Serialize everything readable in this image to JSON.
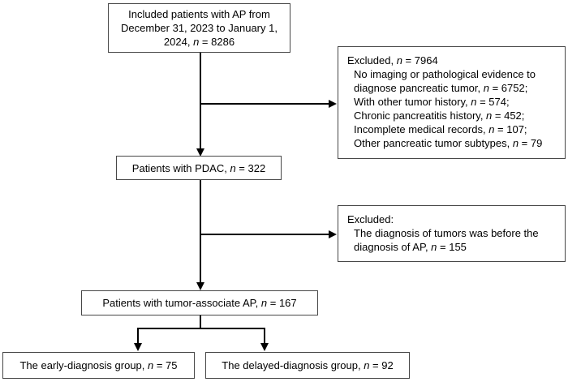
{
  "figure": {
    "type": "patient-flow-diagram",
    "background_color": "#ffffff",
    "box_border_color": "#474747",
    "connector_color": "#000000",
    "text_color": "#000000"
  },
  "boxes": {
    "included": {
      "lines": [
        {
          "pre": "Included patients with AP from"
        },
        {
          "pre": "December 31, 2023 to January 1,"
        },
        {
          "pre": "2024, ",
          "n": "n",
          "post": " = 8286"
        }
      ]
    },
    "excluded1": {
      "header": {
        "pre": "Excluded, ",
        "n": "n",
        "post": " = 7964"
      },
      "items": [
        {
          "pre": "No imaging or pathological evidence to"
        },
        {
          "pre": "diagnose pancreatic tumor, ",
          "n": "n",
          "post": " = 6752;"
        },
        {
          "pre": "With other tumor history, ",
          "n": "n",
          "post": " = 574;"
        },
        {
          "pre": "Chronic pancreatitis history, ",
          "n": "n",
          "post": " = 452;"
        },
        {
          "pre": "Incomplete medical records, ",
          "n": "n",
          "post": " = 107;"
        },
        {
          "pre": "Other pancreatic tumor subtypes, ",
          "n": "n",
          "post": " = 79"
        }
      ]
    },
    "pdac": {
      "pre": "Patients with PDAC, ",
      "n": "n",
      "post": " = 322"
    },
    "excluded2": {
      "header": {
        "pre": "Excluded:"
      },
      "items": [
        {
          "pre": "The diagnosis of tumors was before the"
        },
        {
          "pre": "diagnosis of AP, ",
          "n": "n",
          "post": " = 155"
        }
      ]
    },
    "tumor_ap": {
      "pre": "Patients with tumor-associate AP, ",
      "n": "n",
      "post": " = 167"
    },
    "early": {
      "pre": "The early-diagnosis group, ",
      "n": "n",
      "post": " = 75"
    },
    "delayed": {
      "pre": "The delayed-diagnosis group, ",
      "n": "n",
      "post": " = 92"
    }
  }
}
